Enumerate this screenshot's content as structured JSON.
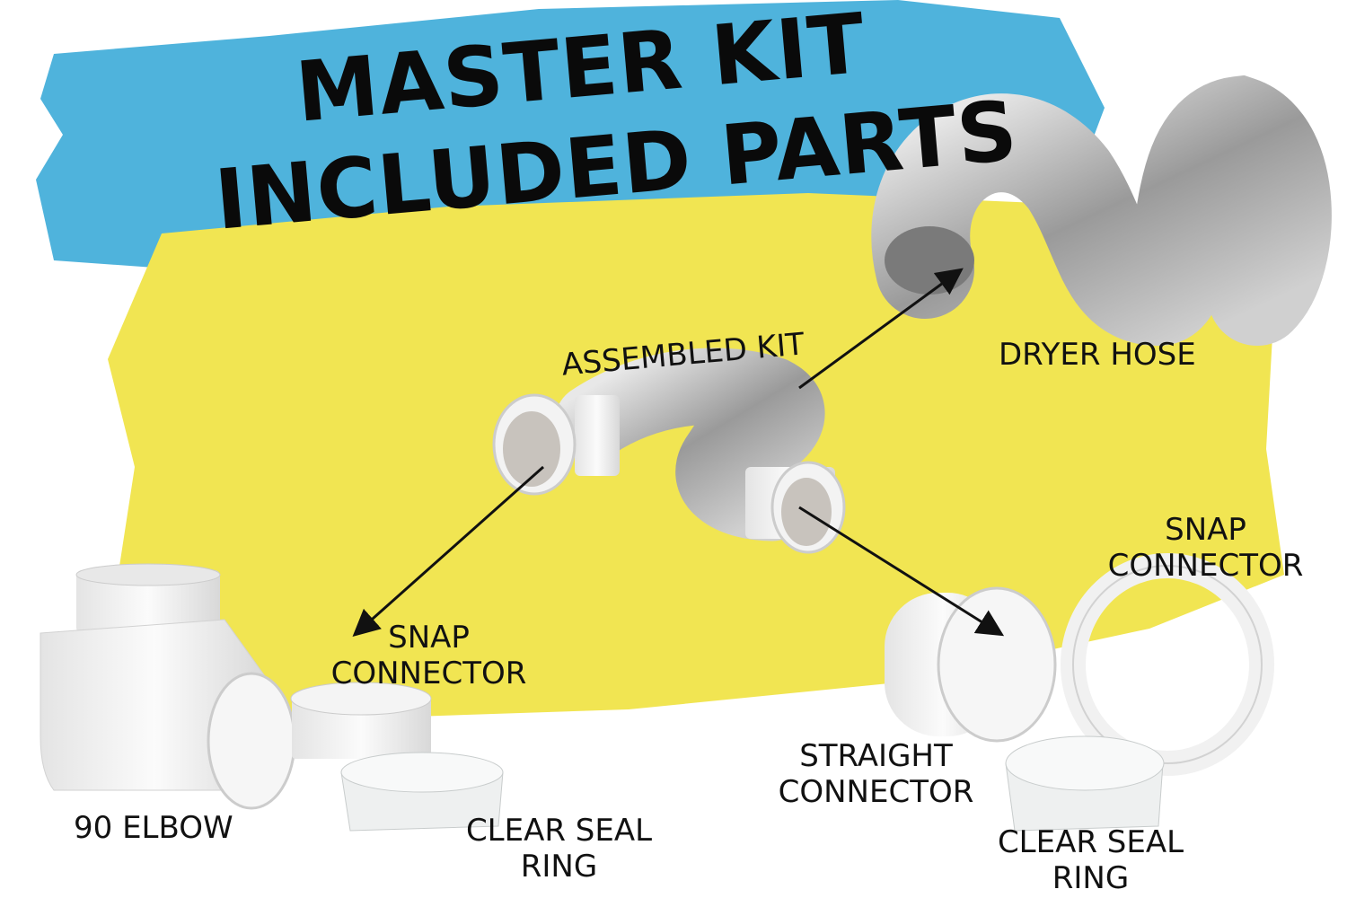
{
  "title": {
    "line1": "MASTER KIT",
    "line2": "INCLUDED PARTS"
  },
  "labels": {
    "assembled_kit": "ASSEMBLED KIT",
    "dryer_hose": "DRYER HOSE",
    "snap_connector_left_1": "SNAP",
    "snap_connector_left_2": "CONNECTOR",
    "snap_connector_right_1": "SNAP",
    "snap_connector_right_2": "CONNECTOR",
    "elbow": "90 ELBOW",
    "clear_seal_left_1": "CLEAR SEAL",
    "clear_seal_left_2": "RING",
    "straight_1": "STRAIGHT",
    "straight_2": "CONNECTOR",
    "clear_seal_right_1": "CLEAR SEAL",
    "clear_seal_right_2": "RING"
  },
  "colors": {
    "blue_brush": "#4fb3dc",
    "yellow_brush": "#f1e552",
    "text": "#111111"
  }
}
